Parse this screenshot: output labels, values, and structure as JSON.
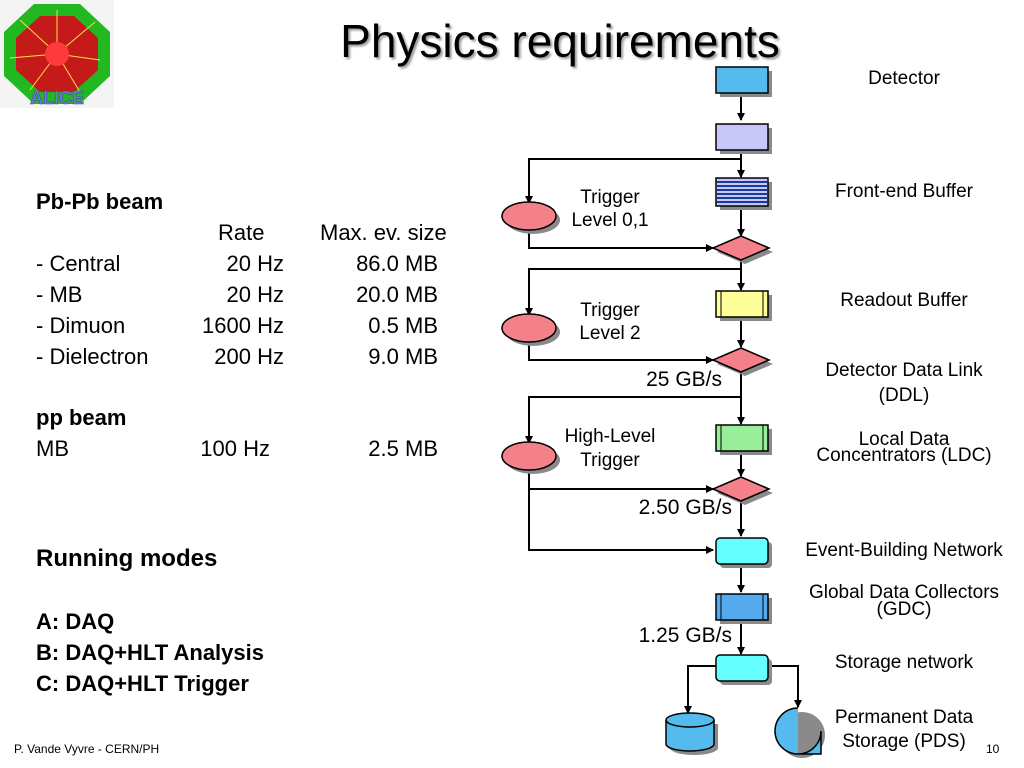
{
  "slide": {
    "title": "Physics requirements",
    "footer_left": "P. Vande Vyvre - CERN/PH",
    "page_number": "10"
  },
  "logo": {
    "text": "ALICE",
    "colors": {
      "octagon": "#22b822",
      "center": "#b01818",
      "letters": "#6c7fc8"
    }
  },
  "beams": {
    "pbpb_title": "Pb-Pb beam",
    "columns": {
      "rate": "Rate",
      "size": "Max. ev. size"
    },
    "pbpb_rows": [
      {
        "name": "- Central",
        "rate": "20 Hz",
        "size": "86.0 MB"
      },
      {
        "name": "- MB",
        "rate": "20 Hz",
        "size": "20.0 MB"
      },
      {
        "name": "- Dimuon",
        "rate": "1600 Hz",
        "size": "0.5 MB"
      },
      {
        "name": "- Dielectron",
        "rate": "200 Hz",
        "size": "9.0 MB"
      }
    ],
    "pp_title": "pp beam",
    "pp_rows": [
      {
        "name": "MB",
        "rate": "100 Hz",
        "size": "2.5 MB"
      }
    ]
  },
  "running_modes": {
    "title": "Running modes",
    "items": [
      "A: DAQ",
      "B: DAQ+HLT Analysis",
      "C: DAQ+HLT Trigger"
    ]
  },
  "diagram": {
    "detector": "Detector",
    "front_end_buffer": "Front-end Buffer",
    "readout_buffer": "Readout Buffer",
    "ddl": [
      "Detector Data Link",
      "(DDL)"
    ],
    "ldc": [
      "Local Data",
      "Concentrators (LDC)"
    ],
    "event_building": "Event-Building Network",
    "gdc": [
      "Global Data Collectors",
      "(GDC)"
    ],
    "storage_network": "Storage network",
    "pds": [
      "Permanent Data",
      "Storage (PDS)"
    ],
    "trigger_l01": [
      "Trigger",
      "Level 0,1"
    ],
    "trigger_l2": [
      "Trigger",
      "Level 2"
    ],
    "hlt": [
      "High-Level",
      "Trigger"
    ],
    "rate_1": "25 GB/s",
    "rate_2": "2.50 GB/s",
    "rate_3": "1.25 GB/s",
    "colors": {
      "detector": "#55bbee",
      "front_end": "#c8c8f8",
      "buffer_lines": "#1a3a9a",
      "readout": "#ffff99",
      "ldc": "#99ee99",
      "network": "#66ffff",
      "gdc": "#55aaee",
      "trigger": "#f4808a",
      "pds": "#55bbee"
    }
  }
}
